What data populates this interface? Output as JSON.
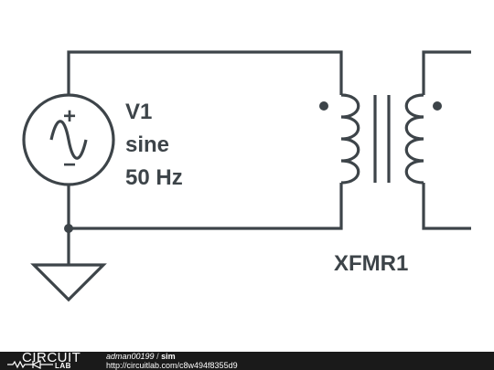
{
  "schematic": {
    "source": {
      "designator": "V1",
      "type": "sine",
      "frequency": "50 Hz",
      "plus": "+",
      "minus": "−"
    },
    "transformer": {
      "designator": "XFMR1"
    }
  },
  "footer": {
    "logo_top": "CIRCUIT",
    "logo_bottom": "LAB",
    "user": "adman00199",
    "separator": "/",
    "name": "sim",
    "url": "http://circuitlab.com/c8w494f8355d9"
  },
  "colors": {
    "ink": "#3d4449",
    "footer_bg": "#1a1a1a"
  }
}
